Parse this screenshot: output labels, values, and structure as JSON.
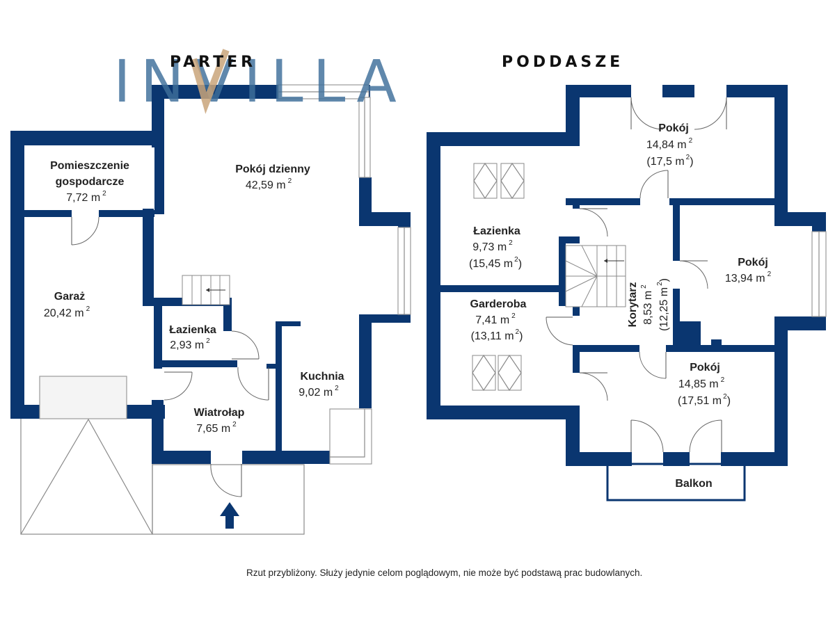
{
  "brand": {
    "logo_text": "INVILLA",
    "logo_color": "#3e6f9a",
    "logo_accent_color": "#c9a47a"
  },
  "wall_color": "#0a3670",
  "floors": {
    "ground": {
      "title": "PARTER",
      "rooms": [
        {
          "name": "Pomieszczenie",
          "name2": "gospodarcze",
          "area": "7,72 m",
          "unit_exp": "2"
        },
        {
          "name": "Pokój dzienny",
          "area": "42,59 m",
          "unit_exp": "2"
        },
        {
          "name": "Garaż",
          "area": "20,42 m",
          "unit_exp": "2"
        },
        {
          "name": "Łazienka",
          "area": "2,93 m",
          "unit_exp": "2"
        },
        {
          "name": "Kuchnia",
          "area": "9,02 m",
          "unit_exp": "2"
        },
        {
          "name": "Wiatrołap",
          "area": "7,65 m",
          "unit_exp": "2"
        }
      ]
    },
    "attic": {
      "title": "PODDASZE",
      "rooms": [
        {
          "name": "Pokój",
          "area": "14,84 m",
          "unit_exp": "2",
          "total": "(17,5 m",
          "total_exp": "2",
          "total_close": ")"
        },
        {
          "name": "Łazienka",
          "area": "9,73 m",
          "unit_exp": "2",
          "total": "(15,45 m",
          "total_exp": "2",
          "total_close": ")"
        },
        {
          "name": "Pokój",
          "area": "13,94 m",
          "unit_exp": "2"
        },
        {
          "name": "Garderoba",
          "area": "7,41 m",
          "unit_exp": "2",
          "total": "(13,11 m",
          "total_exp": "2",
          "total_close": ")"
        },
        {
          "name": "Korytarz",
          "area": "8,53 m",
          "unit_exp": "2",
          "total": "(12,25 m",
          "total_exp": "2",
          "total_close": ")"
        },
        {
          "name": "Pokój",
          "area": "14,85 m",
          "unit_exp": "2",
          "total": "(17,51 m",
          "total_exp": "2",
          "total_close": ")"
        },
        {
          "name": "Balkon"
        }
      ]
    }
  },
  "footer_note": "Rzut przybliżony. Służy jedynie celom poglądowym, nie może być podstawą prac budowlanych."
}
